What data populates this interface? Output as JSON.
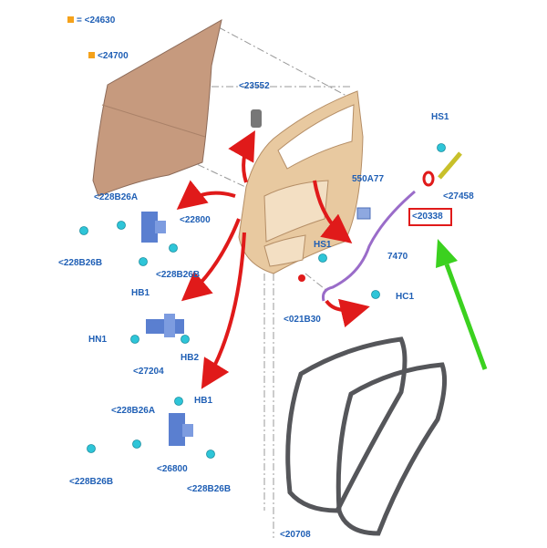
{
  "legend": {
    "symbol_color": "#f5a21b",
    "text": "= <24630"
  },
  "labels": {
    "door_outer_panel": "<24700",
    "latch_cable_clip": "<23552",
    "hinge_upper_a": "<228B26A",
    "hinge_upper_main": "<22800",
    "hinge_upper_b_left": "<228B26B",
    "hinge_upper_b_right": "<228B26B",
    "hinge_upper_hb": "HB1",
    "check_hn": "HN1",
    "check_strap": "<27204",
    "check_hb": "HB2",
    "hinge_lower_hb": "HB1",
    "hinge_lower_a": "<228B26A",
    "hinge_lower_b_left": "<228B26B",
    "hinge_lower_main": "<26800",
    "hinge_lower_b_right": "<228B26B",
    "bracket_550": "550A77",
    "cable_7470": "7470",
    "screw_hs1_right": "HS1",
    "handle_27458": "<27458",
    "gasket_20338": "<20338",
    "screw_hs1_mid": "HS1",
    "clip_021b30": "<021B30",
    "clip_hc1": "HC1",
    "seal_20708": "<20708"
  },
  "colors": {
    "label": "#1f5fb5",
    "callout_arrow": "#e01a1a",
    "highlight_box": "#e01a1a",
    "pointer_arrow": "#3bd11f",
    "door_inner": "#e8c9a0",
    "door_outer": "#c69a7e",
    "hinge": "#5a7fd0",
    "bolt": "#2ec5d8",
    "cable": "#9a6cc9",
    "seal": "#55565a"
  }
}
